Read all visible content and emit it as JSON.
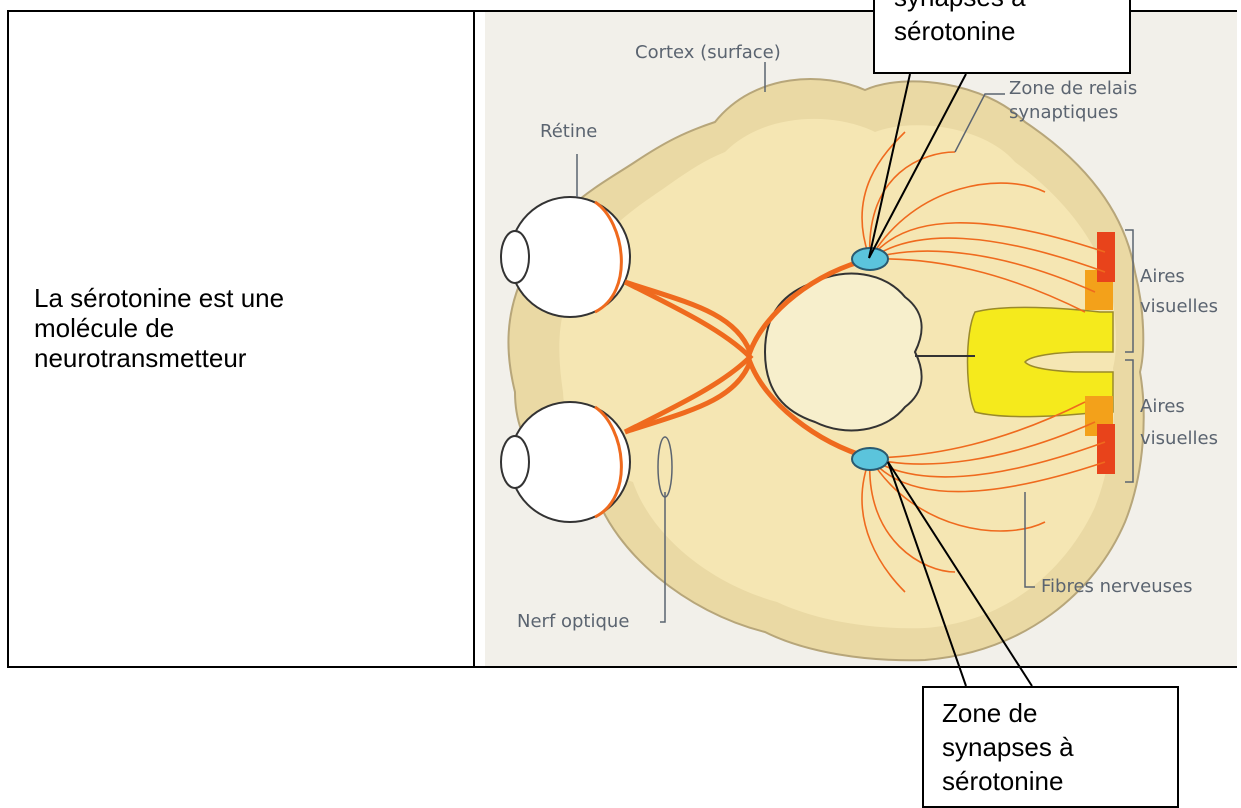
{
  "left_cell": {
    "text_lines": [
      "La sérotonine est une",
      "molécule de",
      "neurotransmetteur"
    ]
  },
  "diagram": {
    "labels": {
      "cortex": "Cortex (surface)",
      "retine": "Rétine",
      "relais_1": "Zone de relais",
      "relais_2": "synaptiques",
      "aires_top_1": "Aires",
      "aires_top_2": "visuelles",
      "aires_bottom_1": "Aires",
      "aires_bottom_2": "visuelles",
      "fibres": "Fibres nerveuses",
      "nerf": "Nerf optique"
    },
    "colors": {
      "background": "#f2f0ea",
      "brain": "#f5e6b3",
      "cortex_edge": "#ead9a4",
      "nerve": "#ef6a1e",
      "synapse": "#5bc4dc",
      "visual_yellow": "#f5ea1c",
      "visual_orange": "#f3a11a",
      "visual_red": "#e8431b"
    }
  },
  "callouts": {
    "top": {
      "line1": "synapses à",
      "line2": "sérotonine"
    },
    "bottom": {
      "line1": "Zone de",
      "line2": "synapses à",
      "line3": "sérotonine"
    }
  }
}
